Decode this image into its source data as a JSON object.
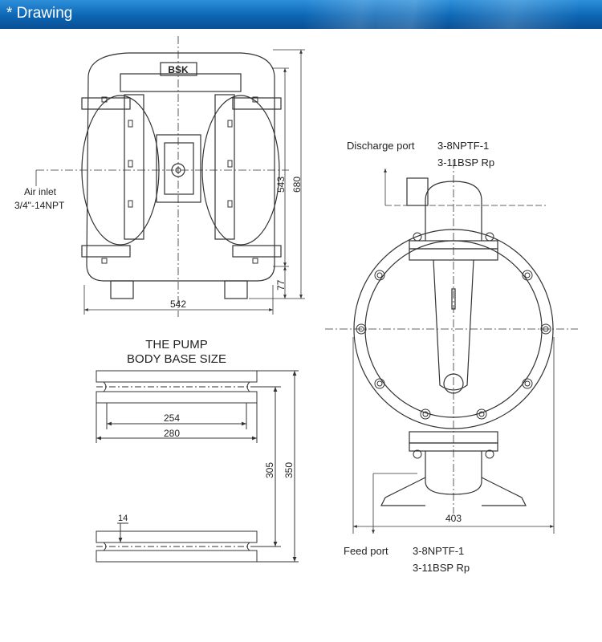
{
  "header": {
    "title": "* Drawing"
  },
  "front_view": {
    "brand": "BSK",
    "air_inlet_label": "Air inlet",
    "air_inlet_size": "3/4\"-14NPT",
    "dim_height_1": "543",
    "dim_height_2": "680",
    "dim_base": "77",
    "dim_width": "542"
  },
  "base": {
    "title_line1": "THE PUMP",
    "title_line2": "BODY BASE SIZE",
    "dim_inner": "254",
    "dim_outer": "280",
    "dim_hole": "14",
    "dim_v_inner": "305",
    "dim_v_outer": "350"
  },
  "side_view": {
    "discharge_label": "Discharge port",
    "discharge_spec_1": "3-8NPTF-1",
    "discharge_spec_2": "3-11BSP Rp",
    "dim_width": "403",
    "feed_label": "Feed port",
    "feed_spec_1": "3-8NPTF-1",
    "feed_spec_2": "3-11BSP Rp"
  },
  "colors": {
    "header": "#0c66b4",
    "line": "#333333"
  }
}
